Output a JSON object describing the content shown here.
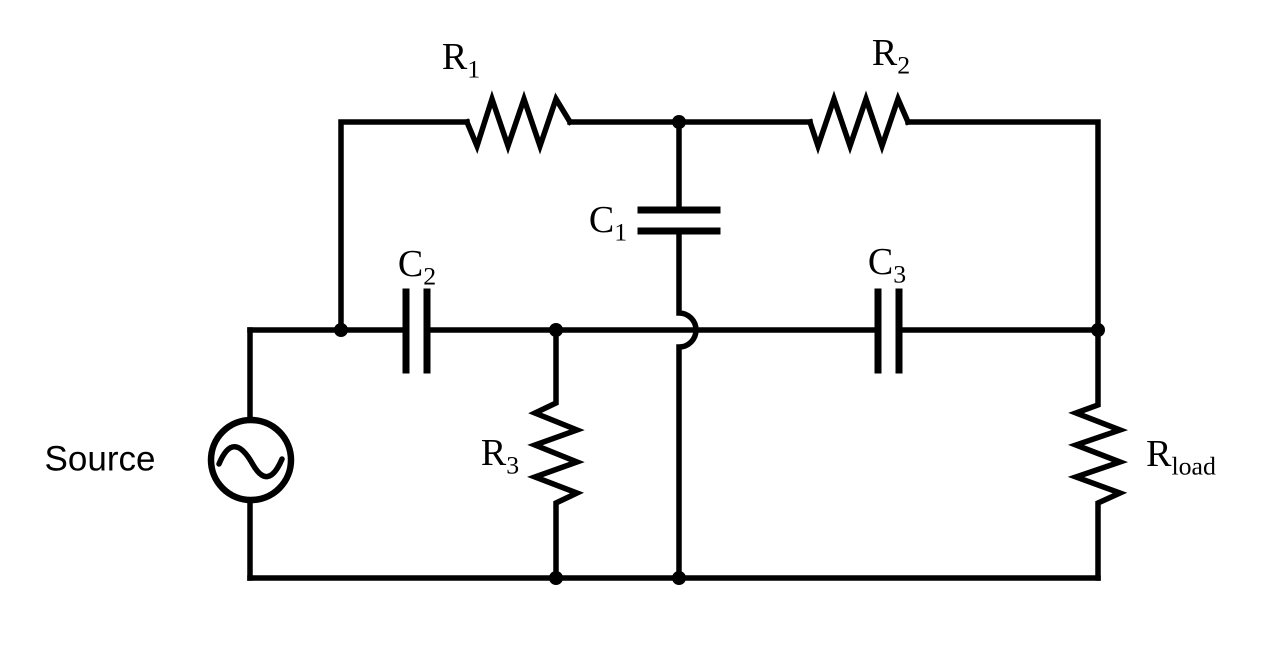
{
  "colors": {
    "wire": "#000000",
    "background": "#ffffff"
  },
  "source": {
    "label": "Source",
    "kind": "ac-voltage-source"
  },
  "components": {
    "r1": {
      "main": "R",
      "sub": "1",
      "type": "resistor"
    },
    "r2": {
      "main": "R",
      "sub": "2",
      "type": "resistor"
    },
    "r3": {
      "main": "R",
      "sub": "3",
      "type": "resistor"
    },
    "rload": {
      "main": "R",
      "sub": "load",
      "type": "resistor"
    },
    "c1": {
      "main": "C",
      "sub": "1",
      "type": "capacitor"
    },
    "c2": {
      "main": "C",
      "sub": "2",
      "type": "capacitor"
    },
    "c3": {
      "main": "C",
      "sub": "3",
      "type": "capacitor"
    }
  }
}
